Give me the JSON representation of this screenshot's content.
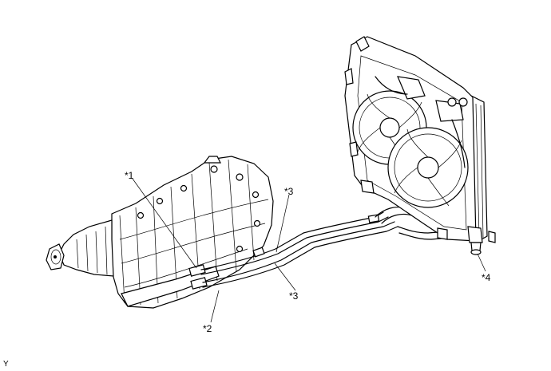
{
  "callouts": {
    "c1": "*1",
    "c2": "*2",
    "c3a": "*3",
    "c3b": "*3",
    "c4": "*4"
  },
  "figure_code": "Y"
}
